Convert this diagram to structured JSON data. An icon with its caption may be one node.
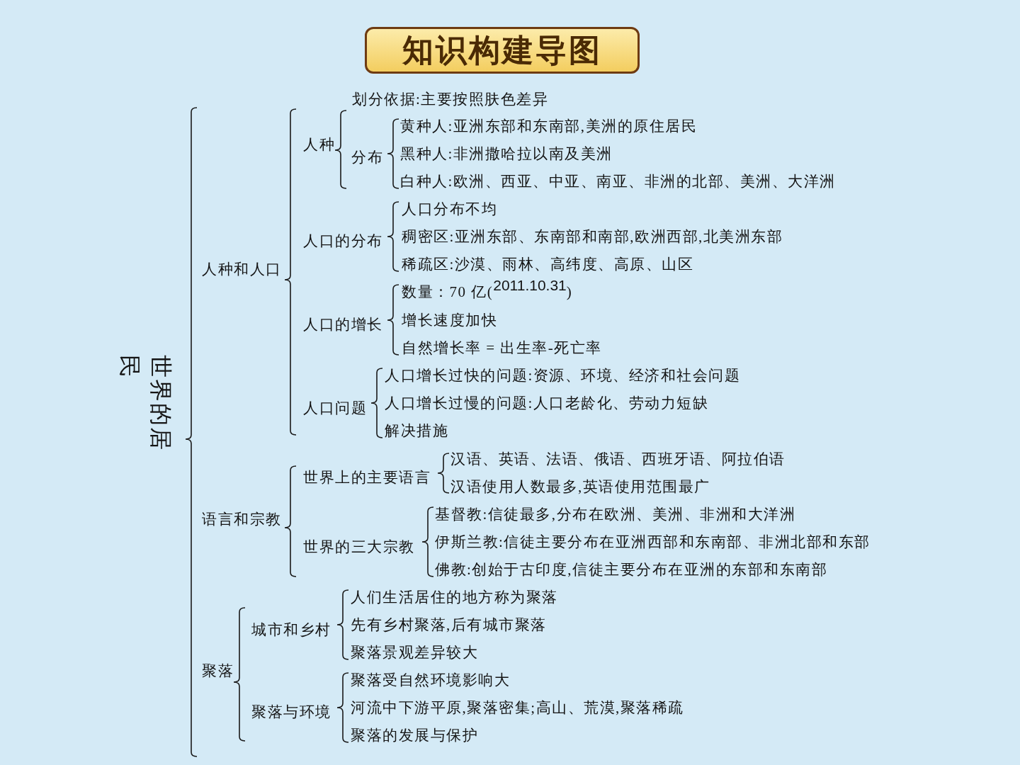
{
  "diagram": {
    "title": "知识构建导图",
    "labels": [
      "世界的居民",
      "人种和人口",
      "人种",
      "划分依据:主要按照肤色差异",
      "分布",
      "黄种人:亚洲东部和东南部,美洲的原住居民",
      "黑种人:非洲撒哈拉以南及美洲",
      "白种人:欧洲、西亚、中亚、南亚、非洲的北部、美洲、大洋洲",
      "人口的分布",
      "人口分布不均",
      "稠密区:亚洲东部、东南部和南部,欧洲西部,北美洲东部",
      "稀疏区:沙漠、雨林、高纬度、高原、山区",
      "人口的增长",
      "数量：70 亿($^{2011.10.31}$)",
      "增长速度加快",
      "自然增长率 = 出生率-死亡率",
      "人口问题",
      "人口增长过快的问题:资源、环境、经济和社会问题",
      "人口增长过慢的问题:人口老龄化、劳动力短缺",
      "解决措施",
      "语言和宗教",
      "世界上的主要语言",
      "汉语、英语、法语、俄语、西班牙语、阿拉伯语",
      "汉语使用人数最多,英语使用范围最广",
      "世界的三大宗教",
      "基督教:信徒最多,分布在欧洲、美洲、非洲和大洋洲",
      "伊斯兰教:信徒主要分布在亚洲西部和东南部、非洲北部和东部",
      "佛教:创始于古印度,信徒主要分布在亚洲的东部和东南部",
      "聚落",
      "城市和乡村",
      "人们生活居住的地方称为聚落",
      "先有乡村聚落,后有城市聚落",
      "聚落景观差异较大",
      "聚落与环境",
      "聚落受自然环境影响大",
      "河流中下游平原,聚落密集;高山、荒漠,聚落稀疏",
      "聚落的发展与保护"
    ]
  }
}
